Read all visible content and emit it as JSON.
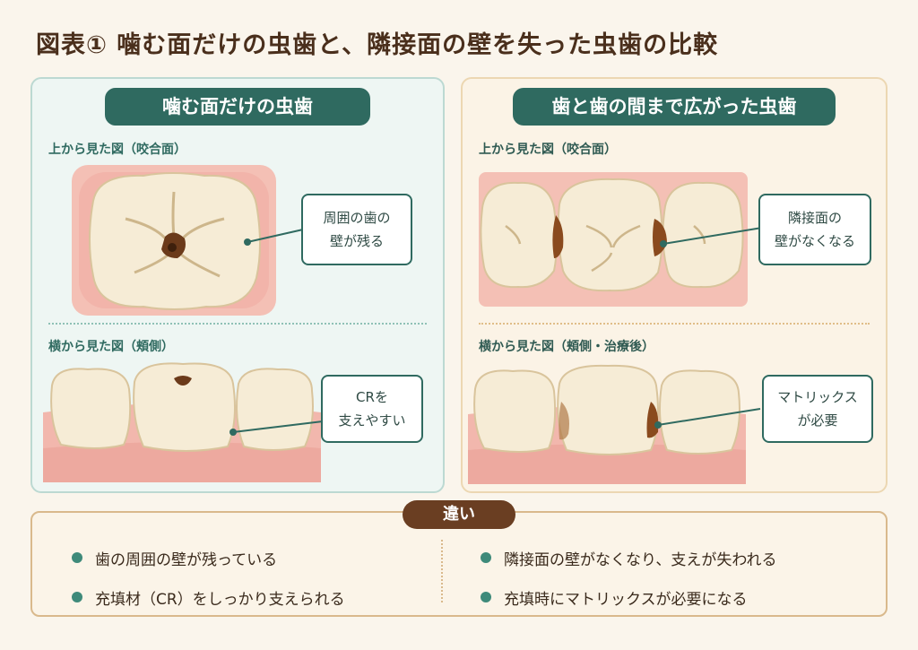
{
  "title": "図表① 噛む面だけの虫歯と、隣接面の壁を失った虫歯の比較",
  "left_panel": {
    "header": "噛む面だけの虫歯",
    "top_label": "上から見た図（咬合面）",
    "top_callout": [
      "周囲の歯の",
      "壁が残る"
    ],
    "side_label": "横から見た図（頬側）",
    "side_callout": [
      "CRを",
      "支えやすい"
    ]
  },
  "right_panel": {
    "header": "歯と歯の間まで広がった虫歯",
    "top_label": "上から見た図（咬合面）",
    "top_callout": [
      "隣接面の",
      "壁がなくなる"
    ],
    "side_label": "横から見た図（頬側・治療後）",
    "side_callout": [
      "マトリックス",
      "が必要"
    ]
  },
  "differences": {
    "header": "違い",
    "left_items": [
      "歯の周囲の壁が残っている",
      "充填材（CR）をしっかり支えられる"
    ],
    "right_items": [
      "隣接面の壁がなくなり、支えが失われる",
      "充填時にマトリックスが必要になる"
    ]
  },
  "colors": {
    "teal": "#2f6a60",
    "brown": "#6a3e22",
    "gum": "#f2b7ad",
    "tooth": "#f6ecd6",
    "decay": "#6b3a1a"
  }
}
